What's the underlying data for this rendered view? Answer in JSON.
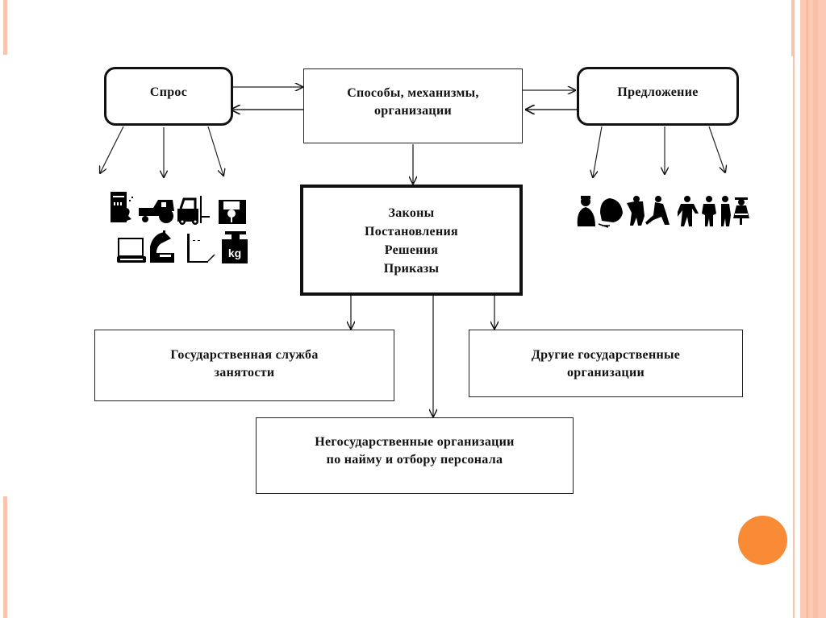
{
  "diagram": {
    "nodes": {
      "demand": {
        "label": "Спрос"
      },
      "methods": {
        "lines": [
          "Способы, механизмы,",
          "организации"
        ]
      },
      "supply": {
        "label": "Предложение"
      },
      "laws": {
        "lines": [
          "Законы",
          "Постановления",
          "Решения",
          "Приказы"
        ]
      },
      "state_service": {
        "lines": [
          "Государственная служба",
          "занятости"
        ]
      },
      "other_state": {
        "lines": [
          "Другие государственные",
          "организации"
        ]
      },
      "non_state": {
        "lines": [
          "Негосударственные организации",
          "по найму и отбору персонала"
        ]
      }
    },
    "edges": [
      {
        "from": "demand",
        "to": "methods"
      },
      {
        "from": "methods",
        "to": "demand"
      },
      {
        "from": "methods",
        "to": "supply"
      },
      {
        "from": "supply",
        "to": "methods"
      },
      {
        "from": "methods",
        "to": "laws"
      },
      {
        "from": "laws",
        "to": "state_service"
      },
      {
        "from": "laws",
        "to": "other_state"
      },
      {
        "from": "laws",
        "to": "non_state"
      },
      {
        "from": "demand",
        "to": "demand-icons",
        "count": 3
      },
      {
        "from": "supply",
        "to": "people-icons",
        "count": 3
      }
    ],
    "demand_icons": [
      "fuel-pump-icon",
      "tractor-icon",
      "forklift-icon",
      "floppy-disk-icon",
      "laptop-icon",
      "microscope-icon",
      "drafting-icon",
      "kg-weight-icon"
    ],
    "supply_icons": [
      "person-silhouette-1-icon",
      "person-silhouette-2-icon",
      "person-silhouette-3-icon",
      "person-silhouette-4-icon",
      "person-silhouette-5-icon",
      "person-silhouette-6-icon",
      "person-silhouette-7-icon",
      "person-silhouette-8-icon"
    ]
  },
  "theme": {
    "accent": "#f98a36",
    "stripe": "#f8c3b0",
    "line": "#111111"
  }
}
